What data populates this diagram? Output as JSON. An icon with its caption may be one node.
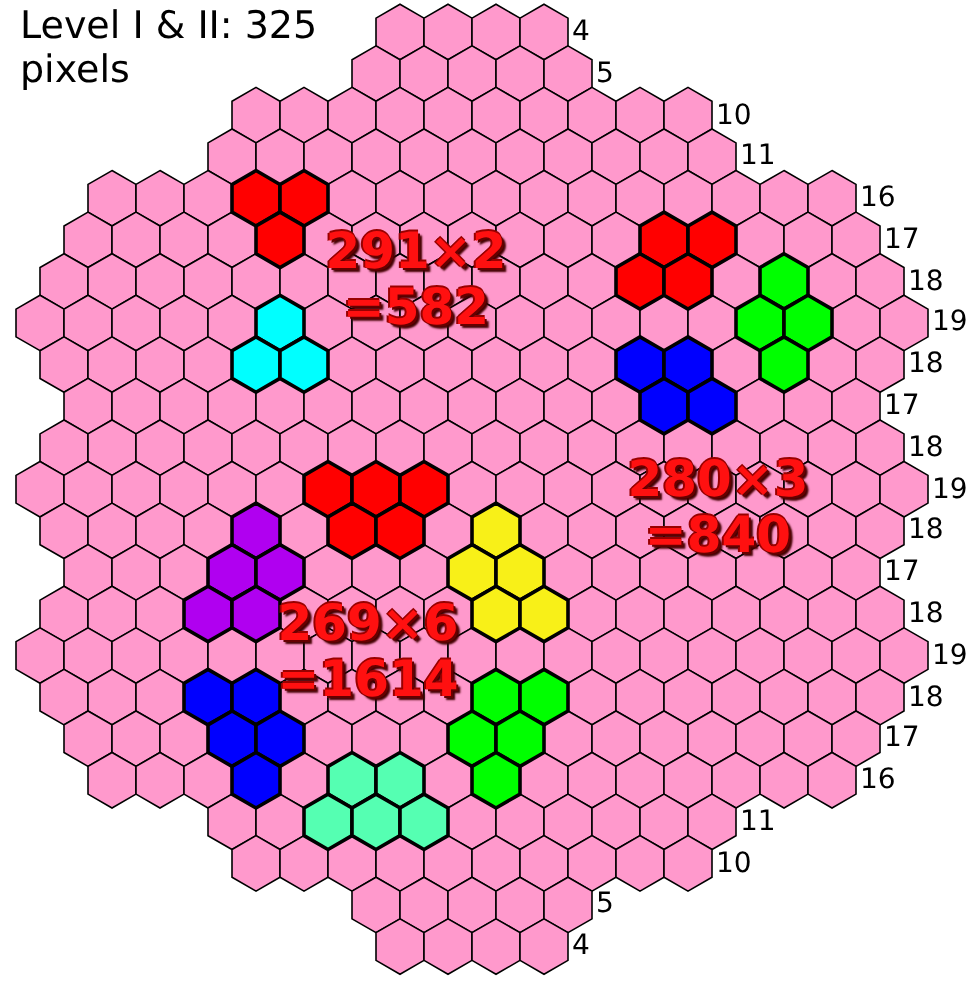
{
  "diagram": {
    "title": "Level I & II: 325 pixels",
    "labels": [
      "4",
      "5",
      "10",
      "11",
      "16",
      "17",
      "18",
      "19",
      "18",
      "17",
      "18",
      "19",
      "18",
      "17",
      "18",
      "19",
      "18",
      "17",
      "16",
      "11",
      "10",
      "5",
      "4",
      "291×2 =582",
      "280×3 =840",
      "269×6 =1614"
    ]
  }
}
